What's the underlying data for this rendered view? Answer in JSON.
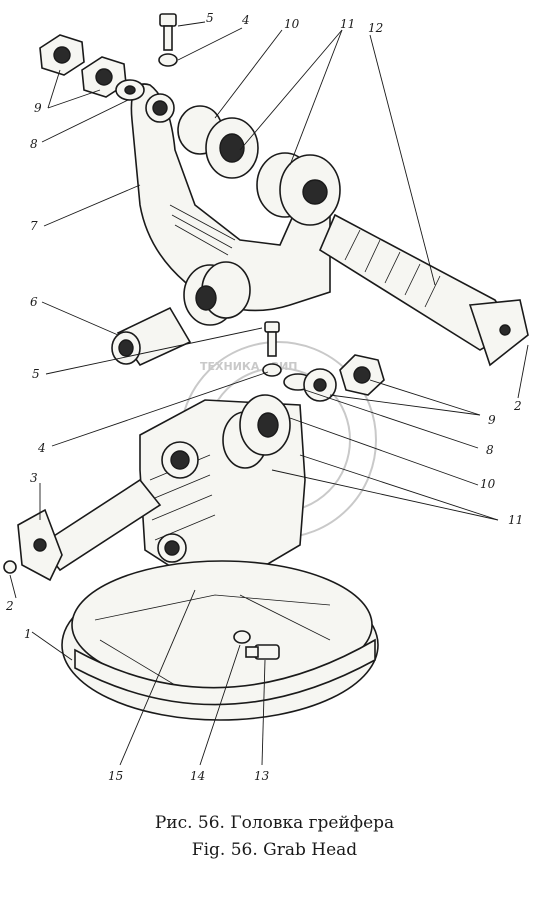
{
  "callouts": [
    {
      "id": "5-top",
      "text": "5"
    },
    {
      "id": "4-top",
      "text": "4"
    },
    {
      "id": "10-top",
      "text": "10"
    },
    {
      "id": "11-top",
      "text": "11"
    },
    {
      "id": "12",
      "text": "12"
    },
    {
      "id": "9-top",
      "text": "9"
    },
    {
      "id": "8-top",
      "text": "8"
    },
    {
      "id": "7",
      "text": "7"
    },
    {
      "id": "6",
      "text": "6"
    },
    {
      "id": "5-mid",
      "text": "5"
    },
    {
      "id": "2-right",
      "text": "2"
    },
    {
      "id": "9-right",
      "text": "9"
    },
    {
      "id": "4-mid",
      "text": "4"
    },
    {
      "id": "8-right",
      "text": "8"
    },
    {
      "id": "10-right",
      "text": "10"
    },
    {
      "id": "3",
      "text": "3"
    },
    {
      "id": "11-right",
      "text": "11"
    },
    {
      "id": "2-left",
      "text": "2"
    },
    {
      "id": "1",
      "text": "1"
    },
    {
      "id": "15",
      "text": "15"
    },
    {
      "id": "14",
      "text": "14"
    },
    {
      "id": "13",
      "text": "13"
    }
  ],
  "caption": {
    "russian": "Рис. 56. Головка грейфера",
    "english": "Fig. 56. Grab Head"
  }
}
